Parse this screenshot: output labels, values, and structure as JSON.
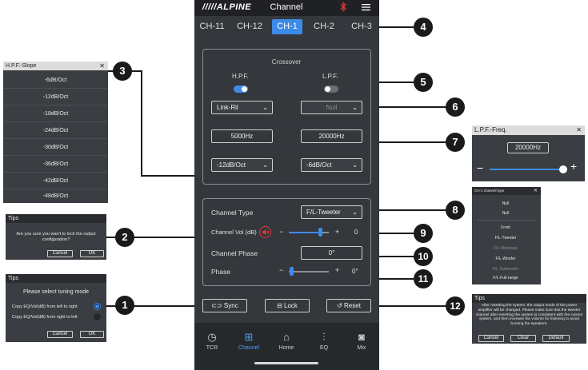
{
  "header": {
    "logo": "/////ALPINE",
    "title": "Channel",
    "bluetooth_icon": "bluetooth-icon",
    "menu_icon": "menu-icon"
  },
  "tabs": [
    "CH-11",
    "CH-12",
    "CH-1",
    "CH-2",
    "CH-3"
  ],
  "active_tab": "CH-1",
  "crossover": {
    "title": "Crossover",
    "hpf_label": "H.P.F.",
    "lpf_label": "L.P.F.",
    "hpf_on": true,
    "lpf_on": false,
    "hpf_filter": "Link-Ril",
    "lpf_filter": "Null",
    "hpf_freq": "5000Hz",
    "lpf_freq": "20000Hz",
    "hpf_slope": "-12dB/Oct",
    "lpf_slope": "-6dB/Oct"
  },
  "channel": {
    "type_label": "Channel Type",
    "type_value": "F/L-Tweeter",
    "vol_label": "Channel Vol (dB)",
    "vol_minus": "−",
    "vol_plus": "+",
    "vol_value": "0",
    "vol_level": 0.78,
    "phase_label": "Channel Phase",
    "phase_value": "0°",
    "phase2_label": "Phase",
    "phase2_minus": "−",
    "phase2_plus": "+",
    "phase2_value": "0°",
    "phase2_level": 0.05
  },
  "actions": {
    "sync": "Sync",
    "lock": "Lock",
    "reset": "Reset"
  },
  "nav": [
    {
      "label": "TCR",
      "icon": "timer-icon"
    },
    {
      "label": "Channel",
      "icon": "grid-icon"
    },
    {
      "label": "Home",
      "icon": "home-icon"
    },
    {
      "label": "EQ",
      "icon": "equalizer-icon"
    },
    {
      "label": "Mix",
      "icon": "speaker-icon"
    }
  ],
  "slope_panel": {
    "title": "H.P.F.-Slope",
    "options": [
      "-6dB/Oct",
      "-12dB/Oct",
      "-18dB/Oct",
      "-24dB/Oct",
      "-30dB/Oct",
      "-36dB/Oct",
      "-42dB/Oct",
      "-48dB/Oct"
    ]
  },
  "lock_tips": {
    "title": "Tips",
    "message": "Are you sure you wan't to lock the output configuration?",
    "cancel": "Cancel",
    "ok": "OK"
  },
  "sync_tips": {
    "title": "Tips",
    "message": "Please select tuning mode",
    "option1": "Copy EQ/Vol(dB) from left to right",
    "option2": "Copy EQ/Vol(dB) from right to left",
    "option1_selected": true,
    "cancel": "Cancel",
    "ok": "OK"
  },
  "lpf_freq_panel": {
    "title": "L.P.F.-Freq.",
    "value": "20000Hz",
    "minus": "−",
    "plus": "+",
    "level": 0.95
  },
  "channel_type_panel": {
    "title": "CH-1 channel type",
    "options": [
      "Null",
      "Null",
      "Front",
      "F/L-Tweeter",
      "F/L-Midrange",
      "F/L-Woofer",
      "F/L-Subwoofer",
      "F/L-Full-range"
    ],
    "dimmed": [
      false,
      false,
      false,
      false,
      true,
      false,
      true,
      false
    ]
  },
  "reset_tips": {
    "title": "Tips",
    "message": "After resetting the system, the output mode of the power amplifier will be changed. Please make sure that the tweeter channel after resetting the system is consistent with the current system, and then increase the volume for listening to avoid burning the speakers.",
    "cancel": "Cancel",
    "clear": "Clear",
    "default": "Default"
  },
  "callouts": [
    "1",
    "2",
    "3",
    "4",
    "5",
    "6",
    "7",
    "8",
    "9",
    "10",
    "11",
    "12"
  ],
  "colors": {
    "accent": "#3d8be8",
    "phone_bg": "#34373b",
    "callout": "#1a1a1a",
    "warning": "#e53935"
  }
}
